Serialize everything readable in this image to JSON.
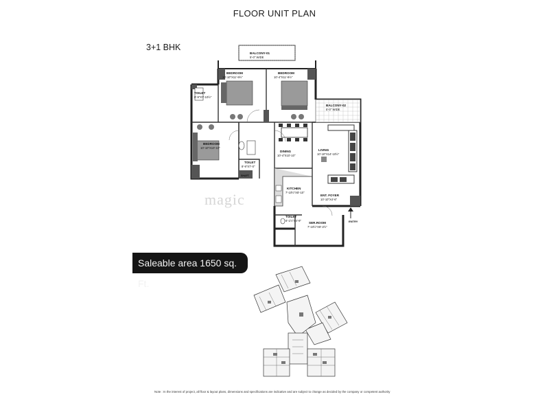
{
  "title": "FLOOR UNIT PLAN",
  "unit_type": "3+1 BHK",
  "saleable_area": "Saleable area 1650 sq. Ft.",
  "watermark": "magic",
  "rooms": {
    "balcony_01": {
      "name": "BALCONY-01",
      "dims": "5'-0\" WIDE"
    },
    "bedroom_1": {
      "name": "BEDROOM",
      "dims": "10'-10\"X11'-9½\""
    },
    "bedroom_2": {
      "name": "BEDROOM",
      "dims": "10'-4\"X11'-9½\""
    },
    "balcony_02": {
      "name": "BALCONY-02",
      "dims": "5'-0\" WIDE"
    },
    "toilet_1": {
      "name": "TOILET",
      "dims": "8'-9\"X7'-10½\""
    },
    "bedroom_3": {
      "name": "BEDROOM",
      "dims": "10'-10\"X10'-10\""
    },
    "toilet_2": {
      "name": "TOILET",
      "dims": "8'-9\"X7'-0\""
    },
    "shaft": {
      "name": "SHAFT"
    },
    "dining": {
      "name": "DINING",
      "dims": "10'-4\"X10'-10\""
    },
    "living": {
      "name": "LIVING",
      "dims": "10'-10\"X14'-10½\""
    },
    "kitchen": {
      "name": "KITCHEN",
      "dims": "7'-10½\"X8'-10\""
    },
    "ent_foyer": {
      "name": "ENT. FOYER",
      "dims": "10'-10\"X4'-6\""
    },
    "toilet_3": {
      "name": "TOILET",
      "dims": "6'-1½\"X4'-9\""
    },
    "ser_room": {
      "name": "SER.ROOM",
      "dims": "7'-10½\"X8'-2½\""
    },
    "entry": {
      "name": "ENTRY"
    }
  },
  "disclaimer": "Note : In the interest of project, all floor & layout plans, dimensions and specifications are indicative and are subject to change as decided by the company or competent authority"
}
